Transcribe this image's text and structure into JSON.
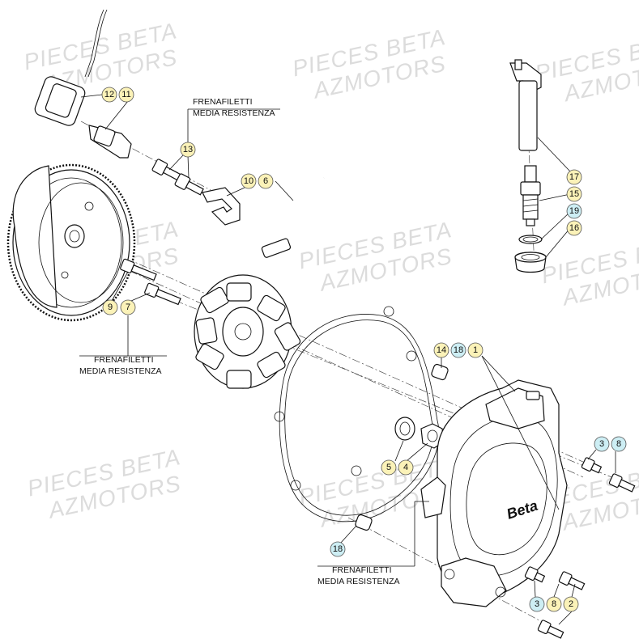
{
  "watermark": {
    "line1": "PIECES BETA",
    "line2": "AZMOTORS"
  },
  "notes": [
    {
      "line1": "FRENAFILETTI",
      "line2": "MEDIA RESISTENZA"
    },
    {
      "line1": "FRENAFILETTI",
      "line2": "MEDIA RESISTENZA"
    },
    {
      "line1": "FRENAFILETTI",
      "line2": "MEDIA RESISTENZA"
    }
  ],
  "callouts": {
    "c12": "12",
    "c11": "11",
    "c13": "13",
    "c10": "10",
    "c6": "6",
    "c9": "9",
    "c7": "7",
    "c17": "17",
    "c15": "15",
    "c19": "19",
    "c16": "16",
    "c14": "14",
    "c18a": "18",
    "c1": "1",
    "c5": "5",
    "c4": "4",
    "c3a": "3",
    "c8a": "8",
    "c18b": "18",
    "c3b": "3",
    "c8b": "8",
    "c2": "2"
  },
  "colors": {
    "callout_yellow": "#fbf2b8",
    "callout_blue": "#cdeef4",
    "watermark": "#dcdcdc"
  }
}
